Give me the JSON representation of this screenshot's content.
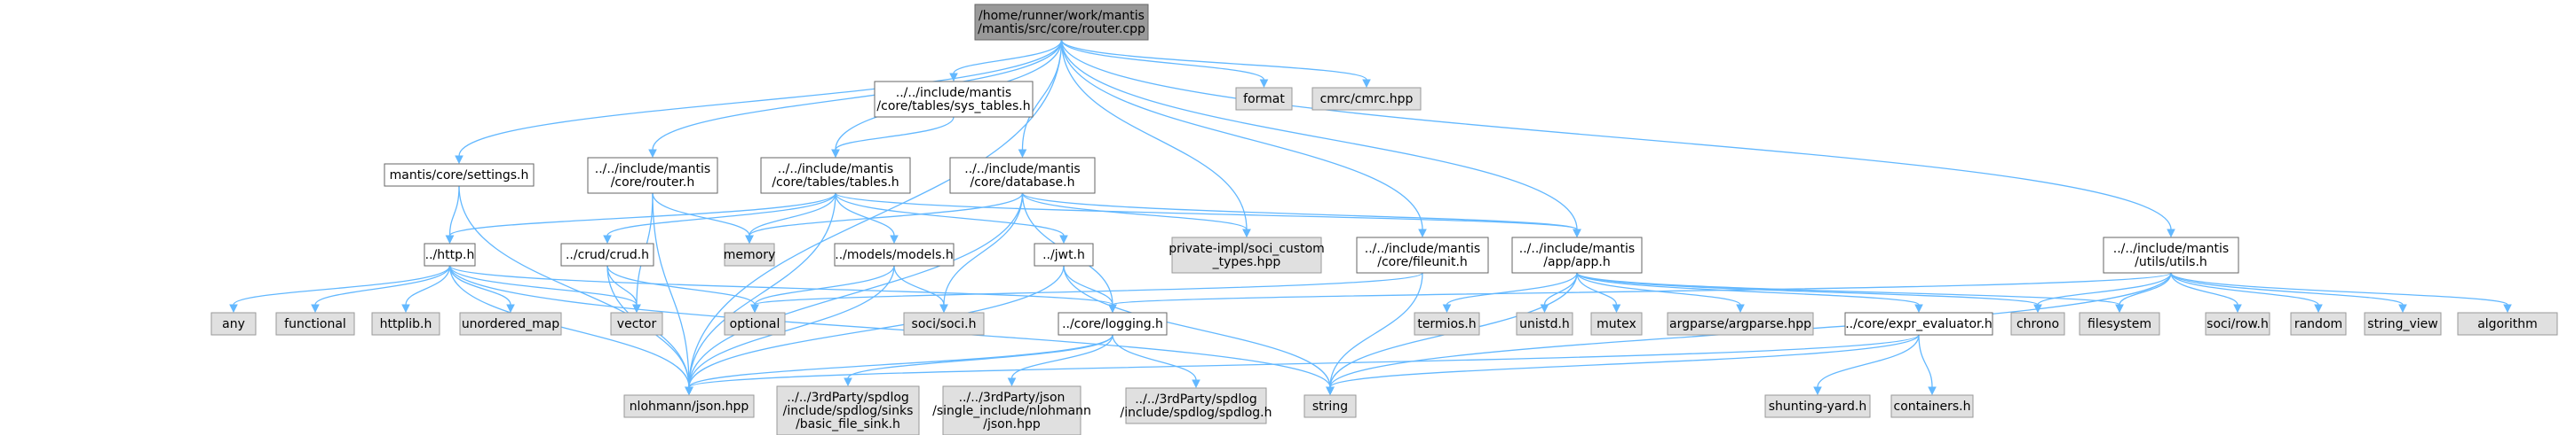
{
  "title": "/home/runner/work/mantis/mantis/src/core/router.cpp",
  "colors": {
    "edge": "#63b8ff",
    "root_fill": "#999999",
    "header_fill": "#ffffff",
    "system_fill": "#e0e0e0",
    "border": "#666666"
  },
  "nodes": [
    {
      "id": "root",
      "kind": "root",
      "lines": [
        "/home/runner/work/mantis",
        "/mantis/src/core/router.cpp"
      ]
    },
    {
      "id": "sys_tables",
      "kind": "doc",
      "lines": [
        "../../include/mantis",
        "/core/tables/sys_tables.h"
      ]
    },
    {
      "id": "format",
      "kind": "sys",
      "lines": [
        "format"
      ]
    },
    {
      "id": "cmrc",
      "kind": "sys",
      "lines": [
        "cmrc/cmrc.hpp"
      ]
    },
    {
      "id": "settings",
      "kind": "doc",
      "lines": [
        "mantis/core/settings.h"
      ]
    },
    {
      "id": "router_h",
      "kind": "doc",
      "lines": [
        "../../include/mantis",
        "/core/router.h"
      ]
    },
    {
      "id": "tables",
      "kind": "doc",
      "lines": [
        "../../include/mantis",
        "/core/tables/tables.h"
      ]
    },
    {
      "id": "database",
      "kind": "doc",
      "lines": [
        "../../include/mantis",
        "/core/database.h"
      ]
    },
    {
      "id": "utils",
      "kind": "doc",
      "lines": [
        "../../include/mantis",
        "/utils/utils.h"
      ]
    },
    {
      "id": "http",
      "kind": "doc",
      "lines": [
        "../http.h"
      ]
    },
    {
      "id": "crud",
      "kind": "doc",
      "lines": [
        "../crud/crud.h"
      ]
    },
    {
      "id": "memory",
      "kind": "sys",
      "lines": [
        "memory"
      ]
    },
    {
      "id": "models",
      "kind": "doc",
      "lines": [
        "../models/models.h"
      ]
    },
    {
      "id": "jwt",
      "kind": "doc",
      "lines": [
        "../jwt.h"
      ]
    },
    {
      "id": "priv",
      "kind": "sys",
      "lines": [
        "private-impl/soci_custom",
        "_types.hpp"
      ]
    },
    {
      "id": "fileunit",
      "kind": "doc",
      "lines": [
        "../../include/mantis",
        "/core/fileunit.h"
      ]
    },
    {
      "id": "app",
      "kind": "doc",
      "lines": [
        "../../include/mantis",
        "/app/app.h"
      ]
    },
    {
      "id": "any",
      "kind": "sys",
      "lines": [
        "any"
      ]
    },
    {
      "id": "functional",
      "kind": "sys",
      "lines": [
        "functional"
      ]
    },
    {
      "id": "httplib",
      "kind": "sys",
      "lines": [
        "httplib.h"
      ]
    },
    {
      "id": "unordered_map",
      "kind": "sys",
      "lines": [
        "unordered_map"
      ]
    },
    {
      "id": "vector",
      "kind": "sys",
      "lines": [
        "vector"
      ]
    },
    {
      "id": "optional",
      "kind": "sys",
      "lines": [
        "optional"
      ]
    },
    {
      "id": "soci",
      "kind": "sys",
      "lines": [
        "soci/soci.h"
      ]
    },
    {
      "id": "logging",
      "kind": "doc",
      "lines": [
        "../core/logging.h"
      ]
    },
    {
      "id": "termios",
      "kind": "sys",
      "lines": [
        "termios.h"
      ]
    },
    {
      "id": "unistd",
      "kind": "sys",
      "lines": [
        "unistd.h"
      ]
    },
    {
      "id": "mutex",
      "kind": "sys",
      "lines": [
        "mutex"
      ]
    },
    {
      "id": "argparse",
      "kind": "sys",
      "lines": [
        "argparse/argparse.hpp"
      ]
    },
    {
      "id": "expr",
      "kind": "doc",
      "lines": [
        "../core/expr_evaluator.h"
      ]
    },
    {
      "id": "chrono",
      "kind": "sys",
      "lines": [
        "chrono"
      ]
    },
    {
      "id": "filesystem",
      "kind": "sys",
      "lines": [
        "filesystem"
      ]
    },
    {
      "id": "socirow",
      "kind": "sys",
      "lines": [
        "soci/row.h"
      ]
    },
    {
      "id": "random",
      "kind": "sys",
      "lines": [
        "random"
      ]
    },
    {
      "id": "string_view",
      "kind": "sys",
      "lines": [
        "string_view"
      ]
    },
    {
      "id": "algorithm",
      "kind": "sys",
      "lines": [
        "algorithm"
      ]
    },
    {
      "id": "json",
      "kind": "sys",
      "lines": [
        "nlohmann/json.hpp"
      ]
    },
    {
      "id": "sink",
      "kind": "sys",
      "lines": [
        "../../3rdParty/spdlog",
        "/include/spdlog/sinks",
        "/basic_file_sink.h"
      ]
    },
    {
      "id": "json3",
      "kind": "sys",
      "lines": [
        "../../3rdParty/json",
        "/single_include/nlohmann",
        "/json.hpp"
      ]
    },
    {
      "id": "spdlog",
      "kind": "sys",
      "lines": [
        "../../3rdParty/spdlog",
        "/include/spdlog/spdlog.h"
      ]
    },
    {
      "id": "string",
      "kind": "sys",
      "lines": [
        "string"
      ]
    },
    {
      "id": "shunting",
      "kind": "sys",
      "lines": [
        "shunting-yard.h"
      ]
    },
    {
      "id": "containers",
      "kind": "sys",
      "lines": [
        "containers.h"
      ]
    }
  ],
  "edges": [
    [
      "root",
      "sys_tables"
    ],
    [
      "root",
      "format"
    ],
    [
      "root",
      "cmrc"
    ],
    [
      "root",
      "settings"
    ],
    [
      "root",
      "router_h"
    ],
    [
      "root",
      "tables"
    ],
    [
      "root",
      "database"
    ],
    [
      "root",
      "utils"
    ],
    [
      "root",
      "priv"
    ],
    [
      "root",
      "fileunit"
    ],
    [
      "root",
      "app"
    ],
    [
      "root",
      "json"
    ],
    [
      "sys_tables",
      "tables"
    ],
    [
      "settings",
      "http"
    ],
    [
      "settings",
      "json"
    ],
    [
      "router_h",
      "memory"
    ],
    [
      "router_h",
      "vector"
    ],
    [
      "router_h",
      "json"
    ],
    [
      "tables",
      "http"
    ],
    [
      "tables",
      "crud"
    ],
    [
      "tables",
      "memory"
    ],
    [
      "tables",
      "models"
    ],
    [
      "tables",
      "jwt"
    ],
    [
      "tables",
      "app"
    ],
    [
      "tables",
      "json"
    ],
    [
      "database",
      "memory"
    ],
    [
      "database",
      "priv"
    ],
    [
      "database",
      "app"
    ],
    [
      "database",
      "soci"
    ],
    [
      "database",
      "logging"
    ],
    [
      "database",
      "json"
    ],
    [
      "http",
      "any"
    ],
    [
      "http",
      "functional"
    ],
    [
      "http",
      "httplib"
    ],
    [
      "http",
      "unordered_map"
    ],
    [
      "http",
      "vector"
    ],
    [
      "http",
      "logging"
    ],
    [
      "http",
      "string"
    ],
    [
      "http",
      "json"
    ],
    [
      "crud",
      "vector"
    ],
    [
      "crud",
      "optional"
    ],
    [
      "crud",
      "json"
    ],
    [
      "models",
      "optional"
    ],
    [
      "models",
      "soci"
    ],
    [
      "models",
      "json"
    ],
    [
      "jwt",
      "logging"
    ],
    [
      "jwt",
      "string"
    ],
    [
      "jwt",
      "json"
    ],
    [
      "fileunit",
      "optional"
    ],
    [
      "fileunit",
      "string"
    ],
    [
      "app",
      "termios"
    ],
    [
      "app",
      "unistd"
    ],
    [
      "app",
      "mutex"
    ],
    [
      "app",
      "argparse"
    ],
    [
      "app",
      "expr"
    ],
    [
      "app",
      "chrono"
    ],
    [
      "app",
      "filesystem"
    ],
    [
      "app",
      "string"
    ],
    [
      "utils",
      "logging"
    ],
    [
      "utils",
      "chrono"
    ],
    [
      "utils",
      "filesystem"
    ],
    [
      "utils",
      "socirow"
    ],
    [
      "utils",
      "random"
    ],
    [
      "utils",
      "string_view"
    ],
    [
      "utils",
      "algorithm"
    ],
    [
      "utils",
      "string"
    ],
    [
      "logging",
      "sink"
    ],
    [
      "logging",
      "json3"
    ],
    [
      "logging",
      "spdlog"
    ],
    [
      "logging",
      "json"
    ],
    [
      "expr",
      "json"
    ],
    [
      "expr",
      "string"
    ],
    [
      "expr",
      "shunting"
    ],
    [
      "expr",
      "containers"
    ]
  ]
}
